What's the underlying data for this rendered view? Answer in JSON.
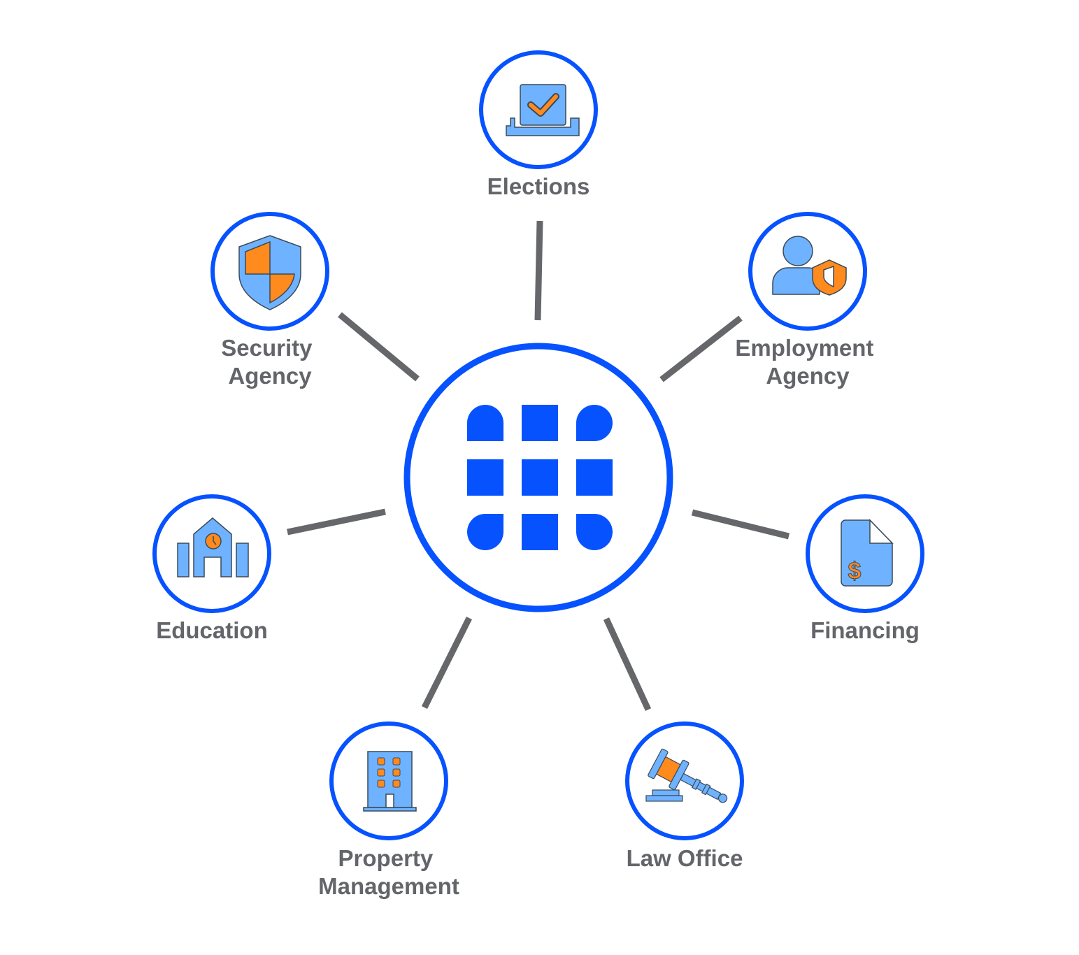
{
  "colors": {
    "ring": "#0652ff",
    "hub": "#0652ff",
    "connector": "#66676b",
    "label": "#63656a",
    "icon_fill": "#6fb2ff",
    "icon_accent": "#ff8a1e",
    "icon_stroke": "#3a4a5a"
  },
  "hub": {
    "icon": "grid-logo-icon"
  },
  "nodes": [
    {
      "id": "elections",
      "icon": "ballot-box-icon",
      "label_lines": [
        "Elections"
      ]
    },
    {
      "id": "employment-agency",
      "icon": "person-shield-icon",
      "label_lines": [
        "Employment",
        "Agency"
      ]
    },
    {
      "id": "financing",
      "icon": "dollar-document-icon",
      "label_lines": [
        "Financing"
      ]
    },
    {
      "id": "law-office",
      "icon": "gavel-icon",
      "label_lines": [
        "Law Office"
      ]
    },
    {
      "id": "property-management",
      "icon": "office-building-icon",
      "label_lines": [
        "Property",
        "Management"
      ]
    },
    {
      "id": "education",
      "icon": "school-building-icon",
      "label_lines": [
        "Education"
      ]
    },
    {
      "id": "security-agency",
      "icon": "security-shield-icon",
      "label_lines": [
        "Security",
        "Agency"
      ]
    }
  ]
}
